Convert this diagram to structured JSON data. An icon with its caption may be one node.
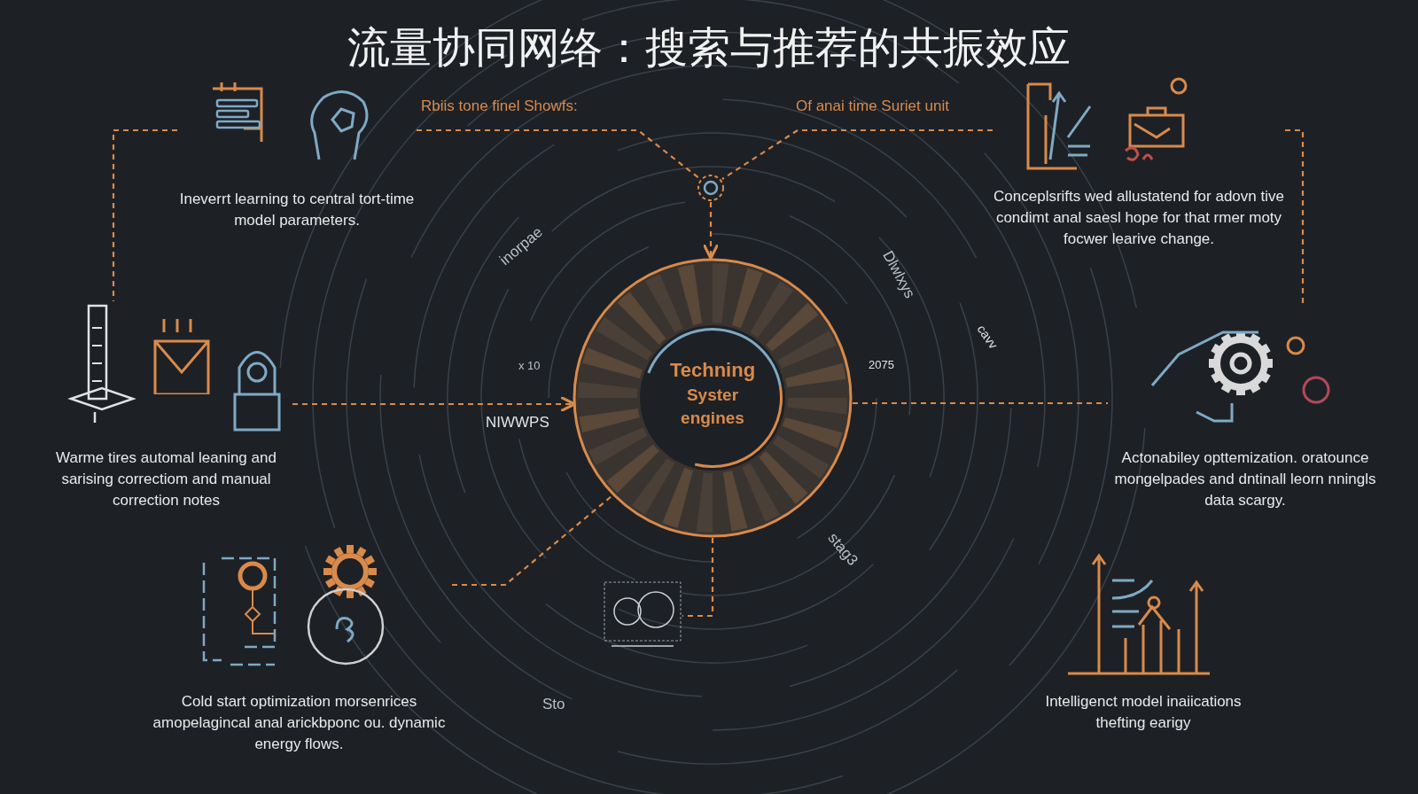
{
  "diagram": {
    "title": "流量协同网络：搜索与推荐的共振效应",
    "nodes": [
      {
        "text": [
          "Techning",
          "Syster engines"
        ]
      },
      {
        "text": [
          "Ineverrt learning to central tort-time model parameters."
        ]
      },
      {
        "text": [
          "Conceplsrifts wed allustatend for adovn tive condimt anal saesl hope for that rmer moty focwer learive change."
        ]
      },
      {
        "text": [
          "Warme tires automal leaning and sarising correctiom and manual correction notes"
        ]
      },
      {
        "text": [
          "Actonabiley opttemization. oratounce mongelpades and dntinall leorn nningls data scargy."
        ]
      },
      {
        "text": [
          "Cold start optimization morsenrices amopelagincal anal arickbponc ou. dynamic energy flows."
        ]
      },
      {
        "text": [
          "Intelligenct model inaiications thefting earigy"
        ]
      },
      {
        "text": [],
        "shape": "circle"
      },
      {
        "text": [],
        "shape": "picture"
      }
    ],
    "edges": [
      {
        "from": 1,
        "to": 7,
        "arrow": "none",
        "style": "dashed"
      },
      {
        "from": 2,
        "to": 7,
        "arrow": "none",
        "style": "dashed"
      },
      {
        "from": 7,
        "to": 0,
        "arrow": "to",
        "style": "dashed"
      },
      {
        "from": 3,
        "to": 0,
        "arrow": "to",
        "style": "dashed"
      },
      {
        "from": 0,
        "to": 4,
        "arrow": "none",
        "style": "dashed"
      },
      {
        "from": 5,
        "to": 0,
        "arrow": "none",
        "style": "dashed"
      },
      {
        "from": 0,
        "to": 8,
        "arrow": "none",
        "style": "dashed"
      },
      {
        "from": 1,
        "to": 3,
        "arrow": "none",
        "style": "dashed"
      },
      {
        "from": 2,
        "to": 4,
        "arrow": "none",
        "style": "dashed"
      }
    ],
    "labels": [
      "Rbiis tone finel Showfs:",
      "Of anai time Suriet unit",
      "inorpae",
      "x 10",
      "NIWWPS",
      "2075",
      "Dlwlxys",
      "cavv",
      "stag3",
      "Sto"
    ]
  }
}
